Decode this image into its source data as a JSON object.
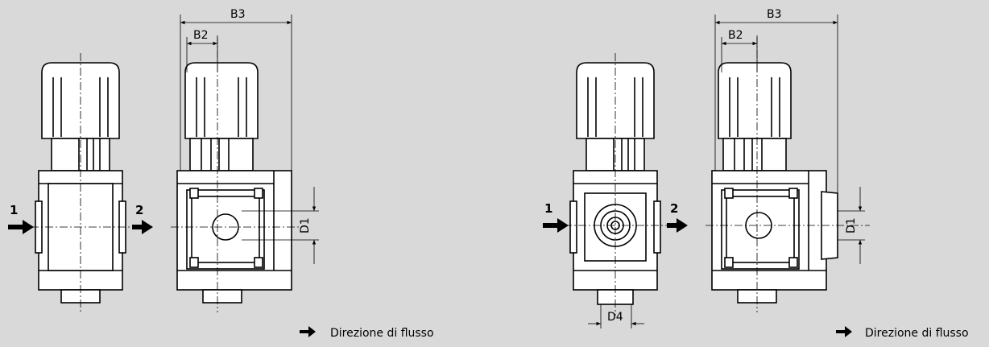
{
  "colors": {
    "background": "#d9d9d9",
    "body_fill": "#ffffff",
    "line": "#000000"
  },
  "drawings": {
    "left_group": {
      "front_view": {
        "port_in": "1",
        "port_out": "2"
      },
      "side_view": {
        "dim_b3": "B3",
        "dim_b2": "B2",
        "dim_d1": "D1"
      },
      "legend": {
        "arrow_icon": "right-arrow",
        "text": "Direzione di flusso"
      }
    },
    "right_group": {
      "front_view": {
        "port_in": "1",
        "port_out": "2",
        "dim_d4": "D4"
      },
      "side_view": {
        "dim_b3": "B3",
        "dim_b2": "B2",
        "dim_d1": "D1"
      },
      "legend": {
        "arrow_icon": "right-arrow",
        "text": "Direzione di flusso"
      }
    }
  }
}
